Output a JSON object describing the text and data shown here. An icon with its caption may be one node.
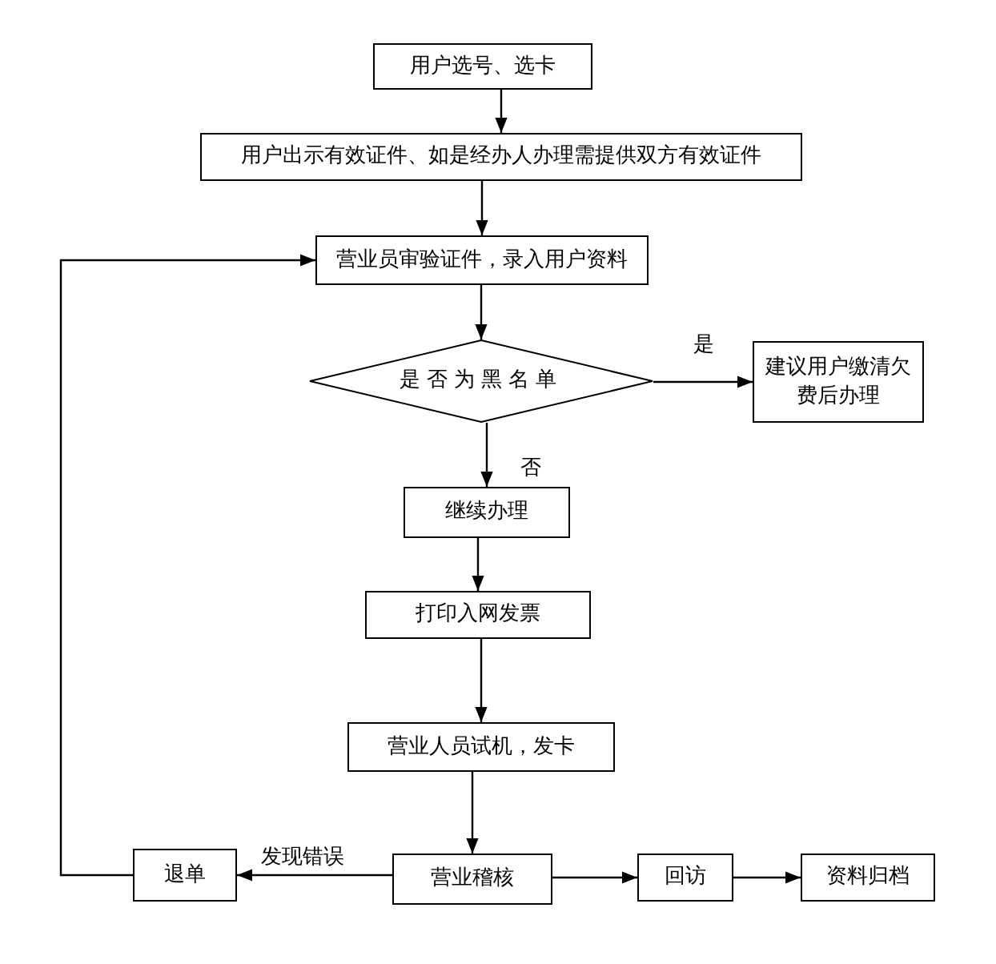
{
  "diagram": {
    "nodes": [
      {
        "text": [
          "用户选号、选卡"
        ]
      },
      {
        "text": [
          "用户出示有效证件、如是经办人办理需提供双方有效证件"
        ]
      },
      {
        "text": [
          "营业员审验证件，录入用户资料"
        ]
      },
      {
        "text": [
          "是否为黑名单"
        ]
      },
      {
        "text": [
          "建议用户缴清欠费后办理"
        ]
      },
      {
        "text": [
          "继续办理"
        ]
      },
      {
        "text": [
          "打印入网发票"
        ]
      },
      {
        "text": [
          "营业人员试机，发卡"
        ]
      },
      {
        "text": [
          "营业稽核"
        ]
      },
      {
        "text": [
          "退单"
        ]
      },
      {
        "text": [
          "回访"
        ]
      },
      {
        "text": [
          "资料归档"
        ]
      }
    ],
    "edges": [
      {
        "from": 0,
        "to": 1,
        "arrow": "to"
      },
      {
        "from": 1,
        "to": 2,
        "arrow": "to"
      },
      {
        "from": 2,
        "to": 3,
        "arrow": "to"
      },
      {
        "from": 3,
        "to": 4,
        "arrow": "to",
        "label": "是"
      },
      {
        "from": 3,
        "to": 5,
        "arrow": "to",
        "label": "否"
      },
      {
        "from": 5,
        "to": 6,
        "arrow": "to"
      },
      {
        "from": 6,
        "to": 7,
        "arrow": "to"
      },
      {
        "from": 7,
        "to": 8,
        "arrow": "to"
      },
      {
        "from": 8,
        "to": 9,
        "arrow": "to",
        "label": "发现错误"
      },
      {
        "from": 9,
        "to": 2,
        "arrow": "to"
      },
      {
        "from": 8,
        "to": 10,
        "arrow": "to"
      },
      {
        "from": 10,
        "to": 11,
        "arrow": "to"
      }
    ]
  }
}
